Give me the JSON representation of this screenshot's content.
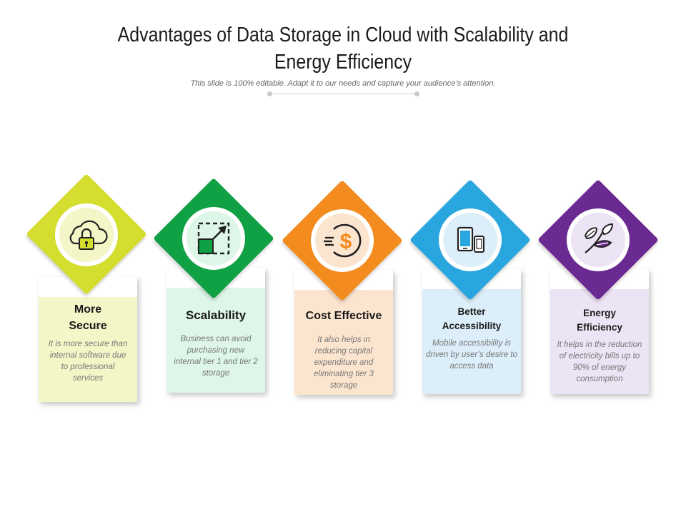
{
  "header": {
    "title": "Advantages of Data Storage in Cloud with Scalability and Energy Efficiency",
    "subtitle": "This slide is 100% editable. Adapt it to our needs and capture your audience’s attention."
  },
  "cards": [
    {
      "title": "More Secure",
      "description": "It is more secure than internal software due to professional services",
      "icon": "cloud-lock-icon",
      "color": "#D4DE2E",
      "tint": "#F4F6C8"
    },
    {
      "title": "Scalability",
      "description": "Business can avoid purchasing new internal tier 1 and tier 2 storage",
      "icon": "scale-expand-icon",
      "color": "#10A145",
      "tint": "#DDF6E8"
    },
    {
      "title": "Cost Effective",
      "description": "It also helps in reducing capital expenditure and eliminating tier 3 storage",
      "icon": "dollar-coin-icon",
      "color": "#F38B1E",
      "tint": "#FCE5CF"
    },
    {
      "title": "Better Accessibility",
      "description": "Mobile accessibility is driven by user’s desire to access data",
      "icon": "mobile-devices-icon",
      "color": "#2AA6DF",
      "tint": "#DCEEF9"
    },
    {
      "title": "Energy Efficiency",
      "description": "It helps in the reduction of electricity bills up to 90% of energy consumption",
      "icon": "leaf-plant-icon",
      "color": "#6A2A92",
      "tint": "#ECE3F4"
    }
  ]
}
